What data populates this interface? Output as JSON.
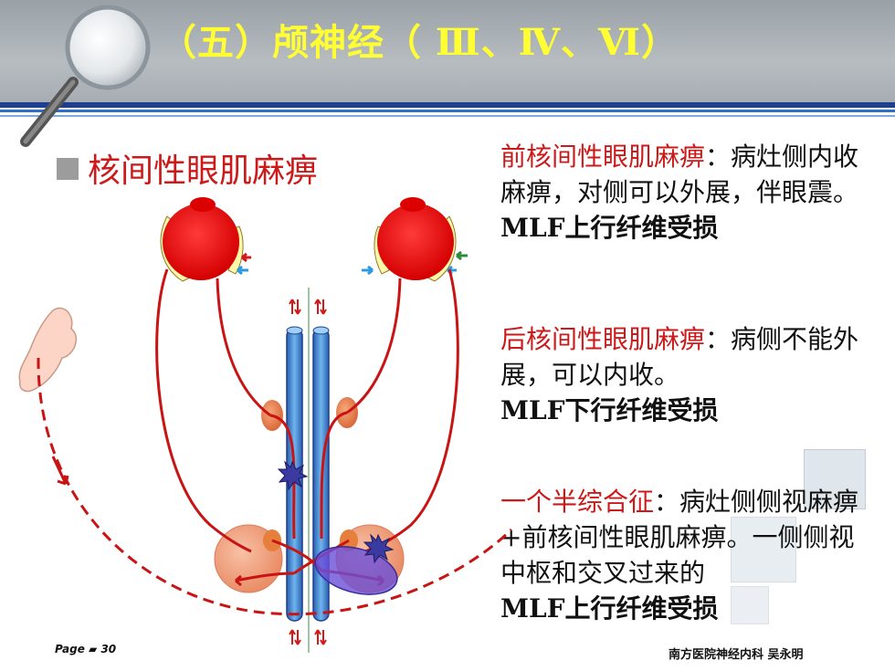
{
  "slide": {
    "title": "（五）颅神经（ Ⅲ、Ⅳ、Ⅵ）",
    "heading": "核间性眼肌麻痹",
    "blocks": [
      {
        "term": "前核间性眼肌麻痹",
        "sep": "：",
        "desc": "病灶侧内收麻痹，对侧可以外展，伴眼震。",
        "note": "MLF上行纤维受损"
      },
      {
        "term": "后核间性眼肌麻痹",
        "sep": "：",
        "desc": "病侧不能外展，可以内收。",
        "note": "MLF下行纤维受损"
      },
      {
        "term": "一个半综合征",
        "sep": "：",
        "desc": "病灶侧侧视麻痹+前核间性眼肌麻痹。一侧侧视中枢和交叉过来的",
        "note": "MLF上行纤维受损"
      }
    ],
    "footer_left": "Page ▰ 30",
    "footer_right": "南方医院神经内科 吴永明"
  },
  "colors": {
    "title": "#ffff33",
    "accent_red": "#cc1a1a",
    "header_bar": "#1f3f8f",
    "mlf_blue": "#4a8fd6",
    "lesion_purple": "#6a4fd8"
  },
  "icons": [
    "magnifier-icon",
    "bullet-square-icon",
    "lesion-burst-icon"
  ]
}
